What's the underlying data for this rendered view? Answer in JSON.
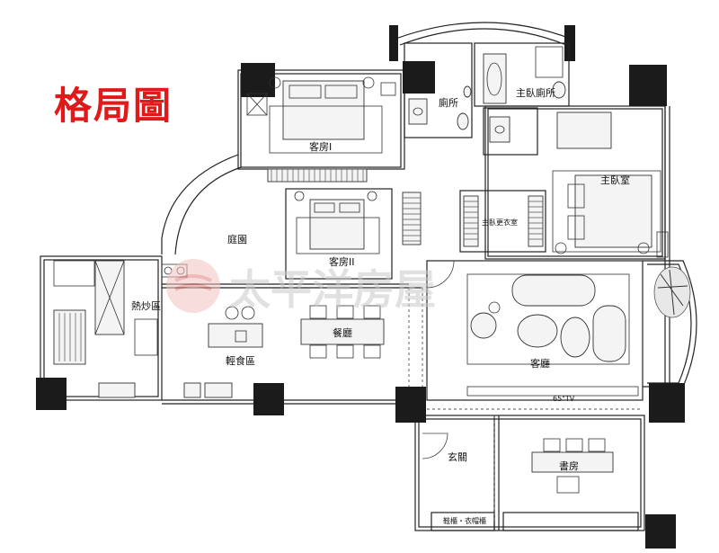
{
  "title": "格局圖",
  "watermark": "太平洋房屋",
  "rooms": {
    "guest1": "客房I",
    "guest2": "客房II",
    "toilet": "廁所",
    "master_bath": "主臥廁所",
    "master_bedroom": "主臥室",
    "master_closet": "主臥更衣室",
    "garden": "庭園",
    "hot_kitchen": "熱炒區",
    "dining": "餐廳",
    "light_meal": "輕食區",
    "living": "客廳",
    "entry": "玄關",
    "study": "書房",
    "shoe_cabinet": "鞋櫃・衣帽櫃"
  },
  "tv_label": "65\"TV",
  "colors": {
    "title": "#e01a1a",
    "walls": "#1a1a1a",
    "watermark": "#d8d8d8",
    "watermark_logo": "#e8a0a0"
  }
}
